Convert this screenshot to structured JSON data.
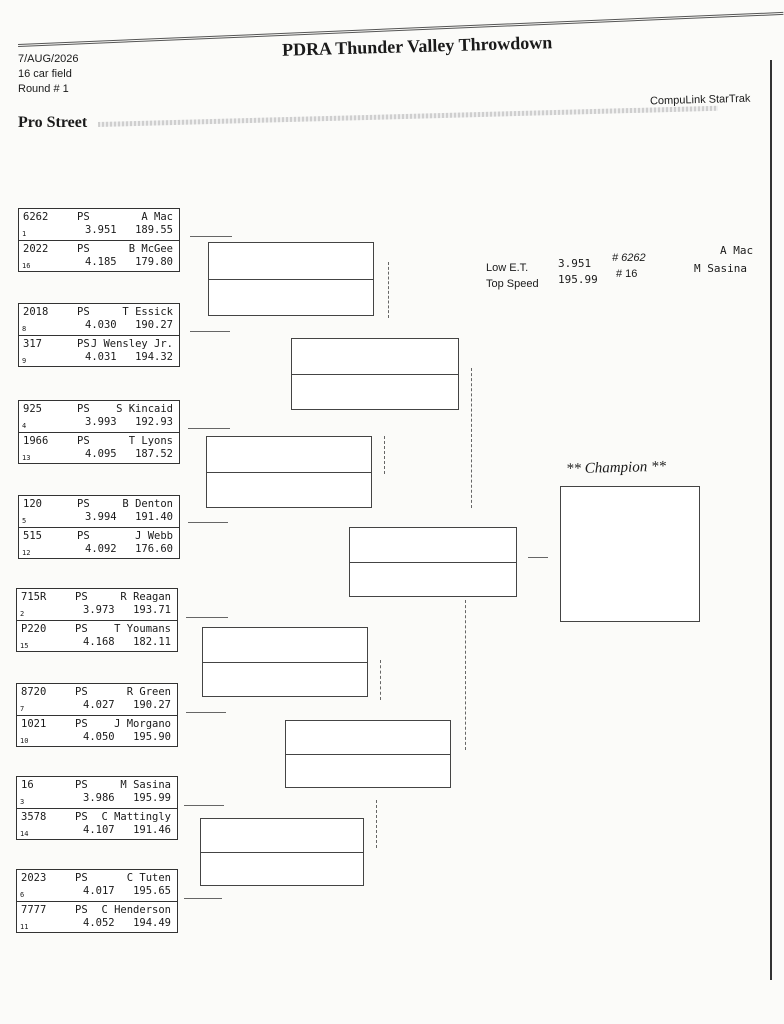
{
  "header": {
    "date": "7/AUG/2026",
    "field": "16 car field",
    "round": "Round # 1",
    "event_title": "PDRA Thunder Valley Throwdown",
    "software": "CompuLink StarTrak",
    "class_name": "Pro Street"
  },
  "matchups": [
    {
      "top": {
        "car": "6262",
        "cls": "PS",
        "driver": "A Mac",
        "et": "3.951",
        "speed": "189.55",
        "seed": "1"
      },
      "bottom": {
        "car": "2022",
        "cls": "PS",
        "driver": "B McGee",
        "et": "4.185",
        "speed": "179.80",
        "seed": "16"
      }
    },
    {
      "top": {
        "car": "2018",
        "cls": "PS",
        "driver": "T Essick",
        "et": "4.030",
        "speed": "190.27",
        "seed": "8"
      },
      "bottom": {
        "car": "317",
        "cls": "PS",
        "driver": "J Wensley Jr.",
        "et": "4.031",
        "speed": "194.32",
        "seed": "9"
      }
    },
    {
      "top": {
        "car": "925",
        "cls": "PS",
        "driver": "S Kincaid",
        "et": "3.993",
        "speed": "192.93",
        "seed": "4"
      },
      "bottom": {
        "car": "1966",
        "cls": "PS",
        "driver": "T Lyons",
        "et": "4.095",
        "speed": "187.52",
        "seed": "13"
      }
    },
    {
      "top": {
        "car": "120",
        "cls": "PS",
        "driver": "B Denton",
        "et": "3.994",
        "speed": "191.40",
        "seed": "5"
      },
      "bottom": {
        "car": "515",
        "cls": "PS",
        "driver": "J Webb",
        "et": "4.092",
        "speed": "176.60",
        "seed": "12"
      }
    },
    {
      "top": {
        "car": "715R",
        "cls": "PS",
        "driver": "R Reagan",
        "et": "3.973",
        "speed": "193.71",
        "seed": "2"
      },
      "bottom": {
        "car": "P220",
        "cls": "PS",
        "driver": "T Youmans",
        "et": "4.168",
        "speed": "182.11",
        "seed": "15"
      }
    },
    {
      "top": {
        "car": "8720",
        "cls": "PS",
        "driver": "R Green",
        "et": "4.027",
        "speed": "190.27",
        "seed": "7"
      },
      "bottom": {
        "car": "1021",
        "cls": "PS",
        "driver": "J Morgano",
        "et": "4.050",
        "speed": "195.90",
        "seed": "10"
      }
    },
    {
      "top": {
        "car": "16",
        "cls": "PS",
        "driver": "M Sasina",
        "et": "3.986",
        "speed": "195.99",
        "seed": "3"
      },
      "bottom": {
        "car": "3578",
        "cls": "PS",
        "driver": "C Mattingly",
        "et": "4.107",
        "speed": "191.46",
        "seed": "14"
      }
    },
    {
      "top": {
        "car": "2023",
        "cls": "PS",
        "driver": "C Tuten",
        "et": "4.017",
        "speed": "195.65",
        "seed": "6"
      },
      "bottom": {
        "car": "7777",
        "cls": "PS",
        "driver": "C Henderson",
        "et": "4.052",
        "speed": "194.49",
        "seed": "11"
      }
    }
  ],
  "stats": {
    "low_et_label": "Low  E.T.",
    "low_et_value": "3.951",
    "low_et_car": "# 6262",
    "low_et_driver": "A Mac",
    "top_speed_label": "Top Speed",
    "top_speed_value": "195.99",
    "top_speed_car": "# 16",
    "top_speed_driver": "M Sasina"
  },
  "champion_label": "** Champion **"
}
